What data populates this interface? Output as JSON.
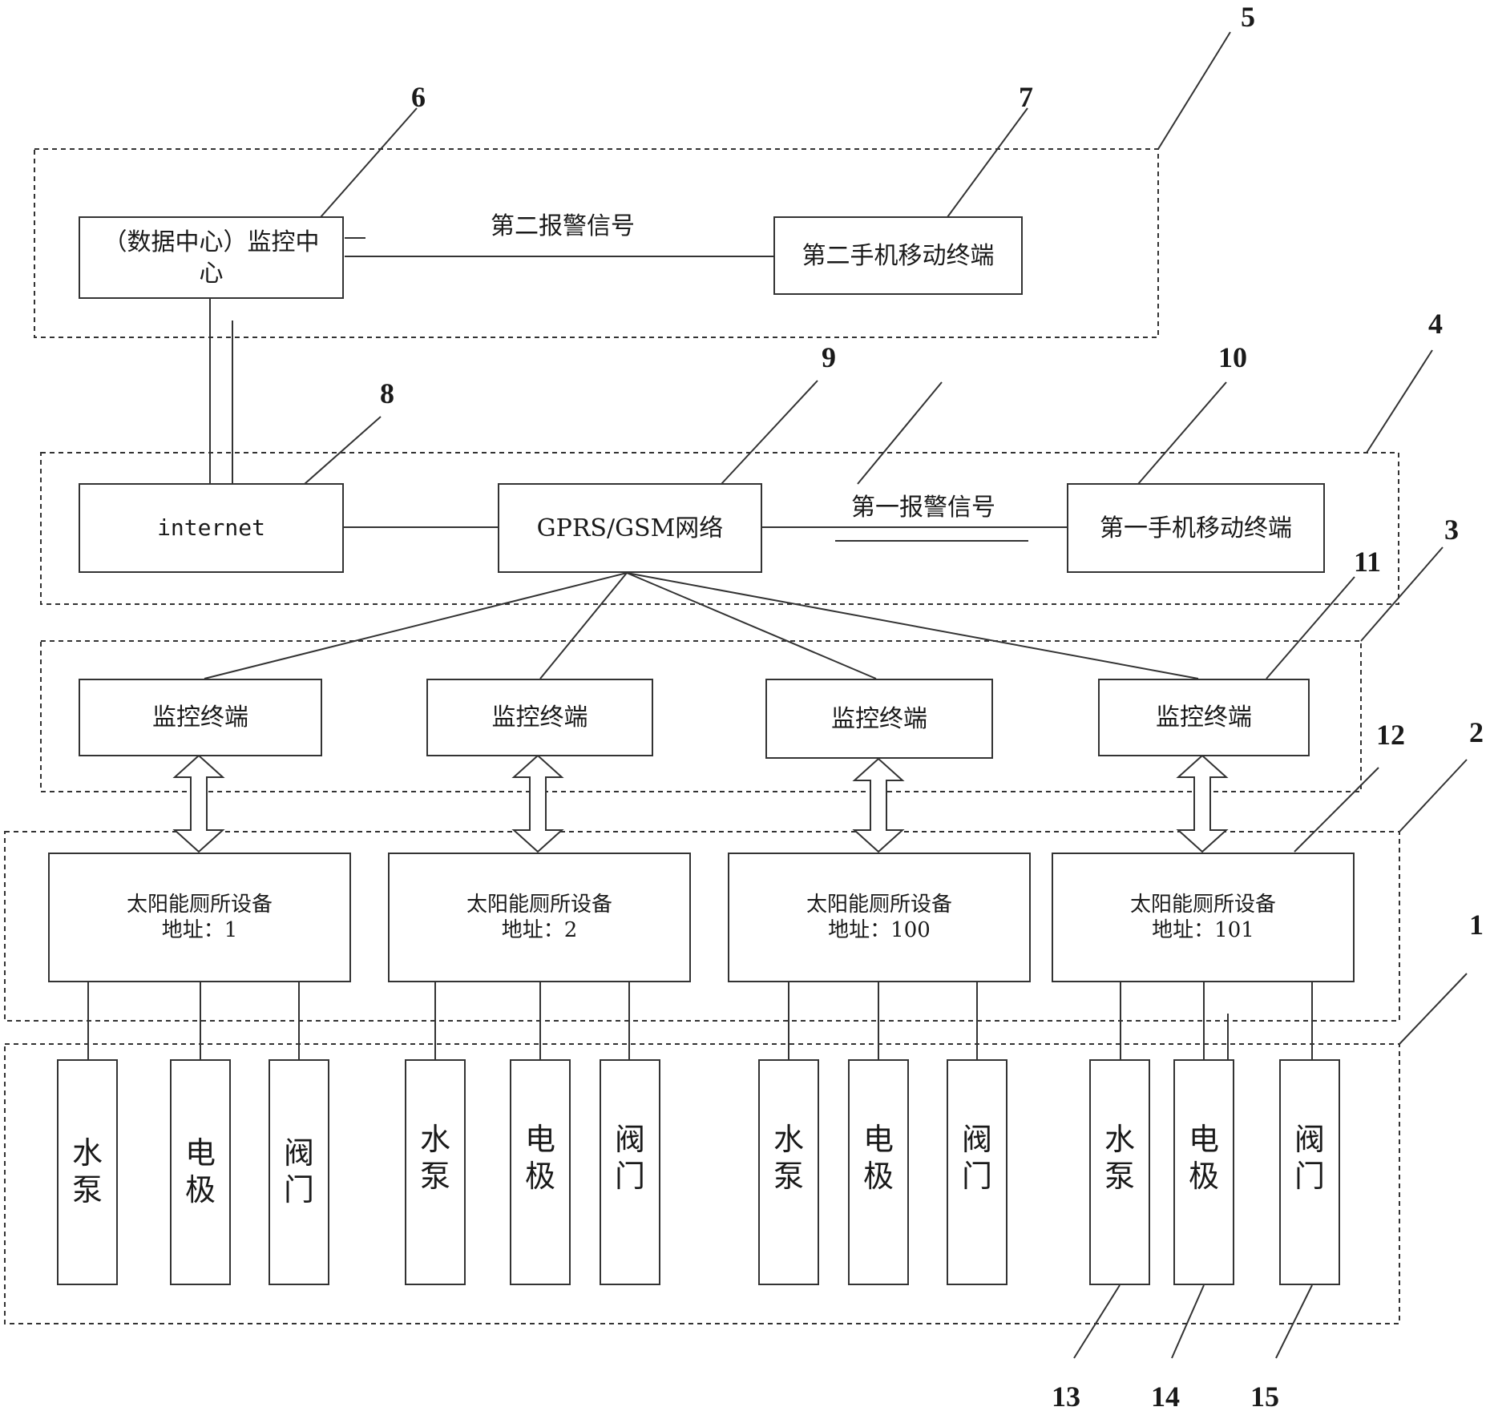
{
  "monitoring_center": {
    "line1": "（数据中心）监控中",
    "line2": "心"
  },
  "second_alarm_signal": "第二报警信号",
  "second_mobile_terminal": "第二手机移动终端",
  "internet": "internet",
  "gprs_gsm_network": "GPRS/GSM网络",
  "first_alarm_signal": "第一报警信号",
  "first_mobile_terminal": "第一手机移动终端",
  "monitor_terminals": [
    "监控终端",
    "监控终端",
    "监控终端",
    "监控终端"
  ],
  "toilet_devices": [
    {
      "name": "太阳能厕所设备",
      "address": "地址：1"
    },
    {
      "name": "太阳能厕所设备",
      "address": "地址：2"
    },
    {
      "name": "太阳能厕所设备",
      "address": "地址：100"
    },
    {
      "name": "太阳能厕所设备",
      "address": "地址：101"
    }
  ],
  "actuators": {
    "pump": [
      "水",
      "泵"
    ],
    "electrode": [
      "电",
      "极"
    ],
    "valve": [
      "阀",
      "门"
    ]
  },
  "reference_numbers": {
    "n1": "1",
    "n2": "2",
    "n3": "3",
    "n4": "4",
    "n5": "5",
    "n6": "6",
    "n7": "7",
    "n8": "8",
    "n9": "9",
    "n10": "10",
    "n11": "11",
    "n12": "12",
    "n13": "13",
    "n14": "14",
    "n15": "15"
  }
}
